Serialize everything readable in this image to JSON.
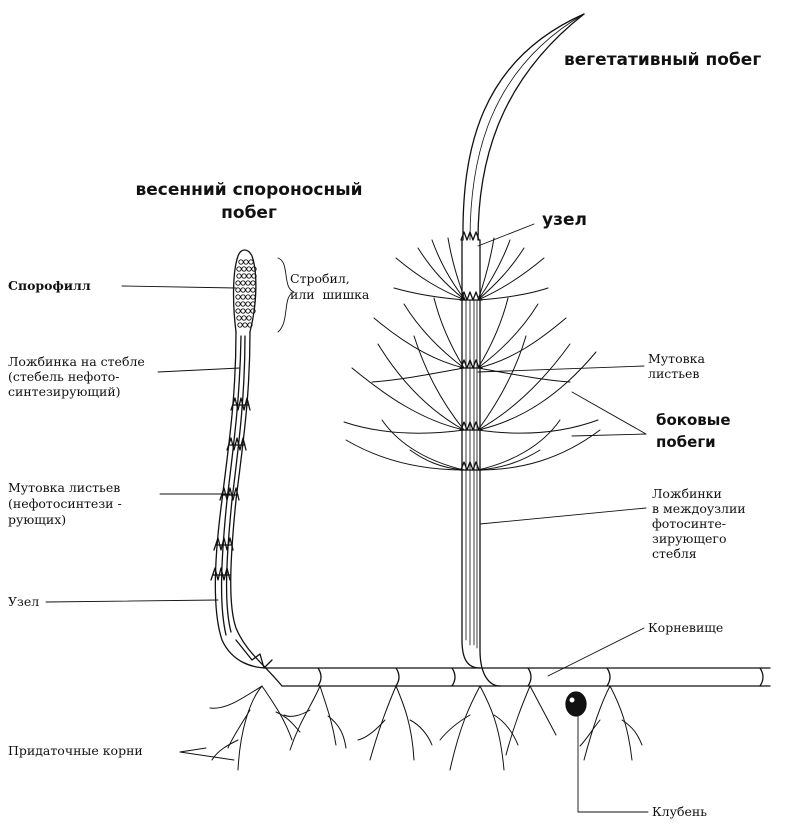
{
  "titles": {
    "vegetative": "вегетативный побег",
    "spring_line1": "весенний спороносный",
    "spring_line2": "побег",
    "node_big": "узел",
    "lateral_line1": "боковые",
    "lateral_line2": "побеги"
  },
  "labels": {
    "sporophyll": "Спорофилл",
    "strobil_line1": "Стробил,",
    "strobil_line2": "или  шишка",
    "groove_stem_line1": "Ложбинка на стебле",
    "groove_stem_line2": "(стебель нефото-",
    "groove_stem_line3": "синтезирующий)",
    "whorl_left_line1": "Мутовка листьев",
    "whorl_left_line2": "(нефотосинтези -",
    "whorl_left_line3": "рующих)",
    "node_left": "Узел",
    "adventitious_roots": "Придаточные корни",
    "whorl_right_line1": "Мутовка",
    "whorl_right_line2": "листьев",
    "grooves_right_line1": "Ложбинки",
    "grooves_right_line2": "в междоузлии",
    "grooves_right_line3": "фотосинте-",
    "grooves_right_line4": "зирующего",
    "grooves_right_line5": "стебля",
    "rhizome": "Корневище",
    "tuber": "Клубень"
  },
  "colors": {
    "ink": "#111111",
    "background": "#ffffff"
  }
}
